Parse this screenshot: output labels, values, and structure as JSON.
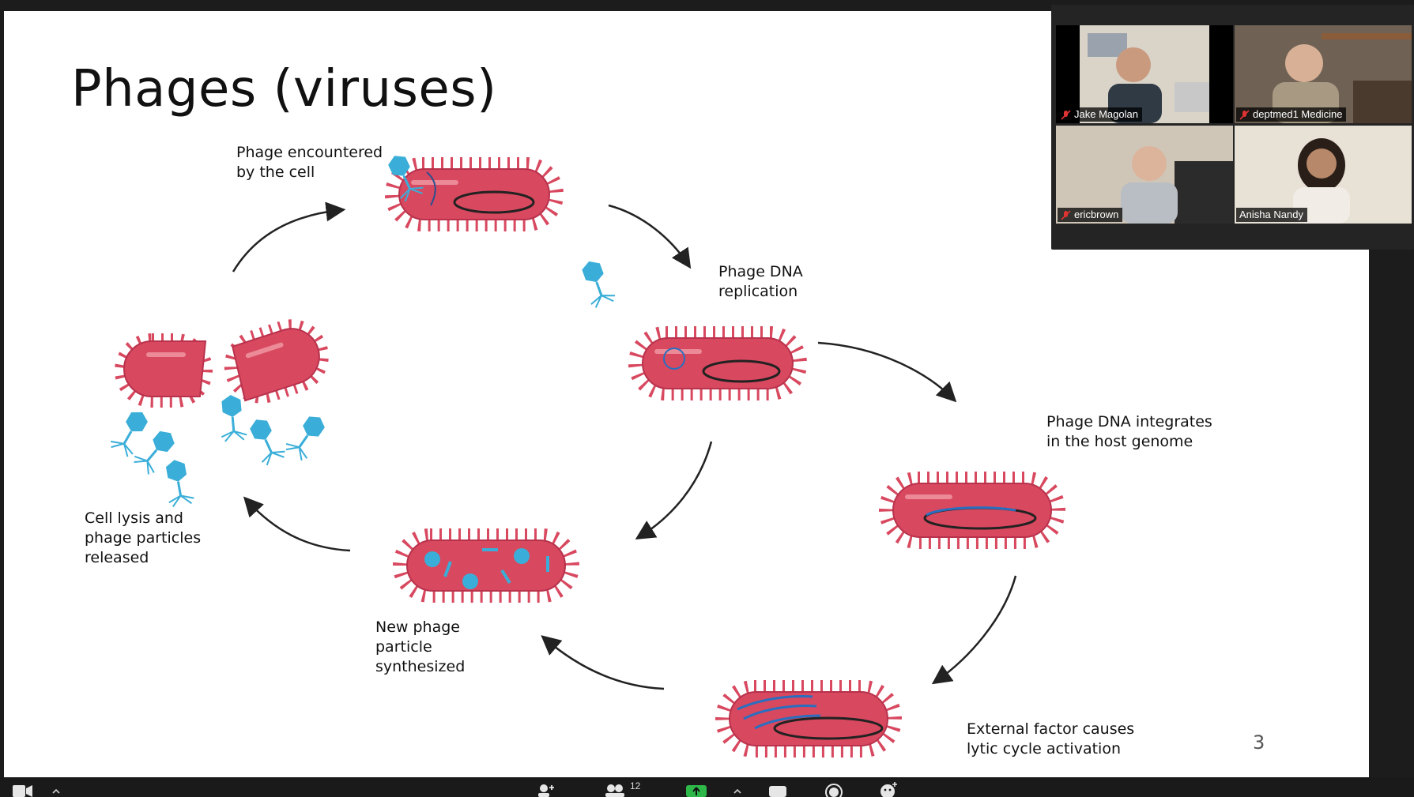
{
  "slide": {
    "title": "Phages (viruses)",
    "page_number": "3",
    "labels": {
      "encountered": "Phage encountered\nby the cell",
      "replication": "Phage DNA\nreplication",
      "integrates": "Phage DNA integrates\nin the host genome",
      "external": "External factor causes\nlytic cycle activation",
      "synthesized": "New phage\nparticle\nsynthesized",
      "lysis": "Cell lysis and\nphage particles\nreleased"
    }
  },
  "participants": [
    {
      "name": "Jake Magolan",
      "muted": true,
      "active": false
    },
    {
      "name": "deptmed1 Medicine",
      "muted": true,
      "active": false
    },
    {
      "name": "ericbrown",
      "muted": true,
      "active": false
    },
    {
      "name": "Anisha Nandy",
      "muted": false,
      "active": true
    }
  ],
  "toolbar": {
    "participants_count": "12"
  },
  "colors": {
    "bacterium_fill": "#d8485f",
    "bacterium_edge": "#b8324c",
    "phage": "#3aaed8",
    "dna_integrated": "#2a6fbf",
    "active_speaker": "#e8d62a",
    "share_green": "#2fb84a"
  }
}
